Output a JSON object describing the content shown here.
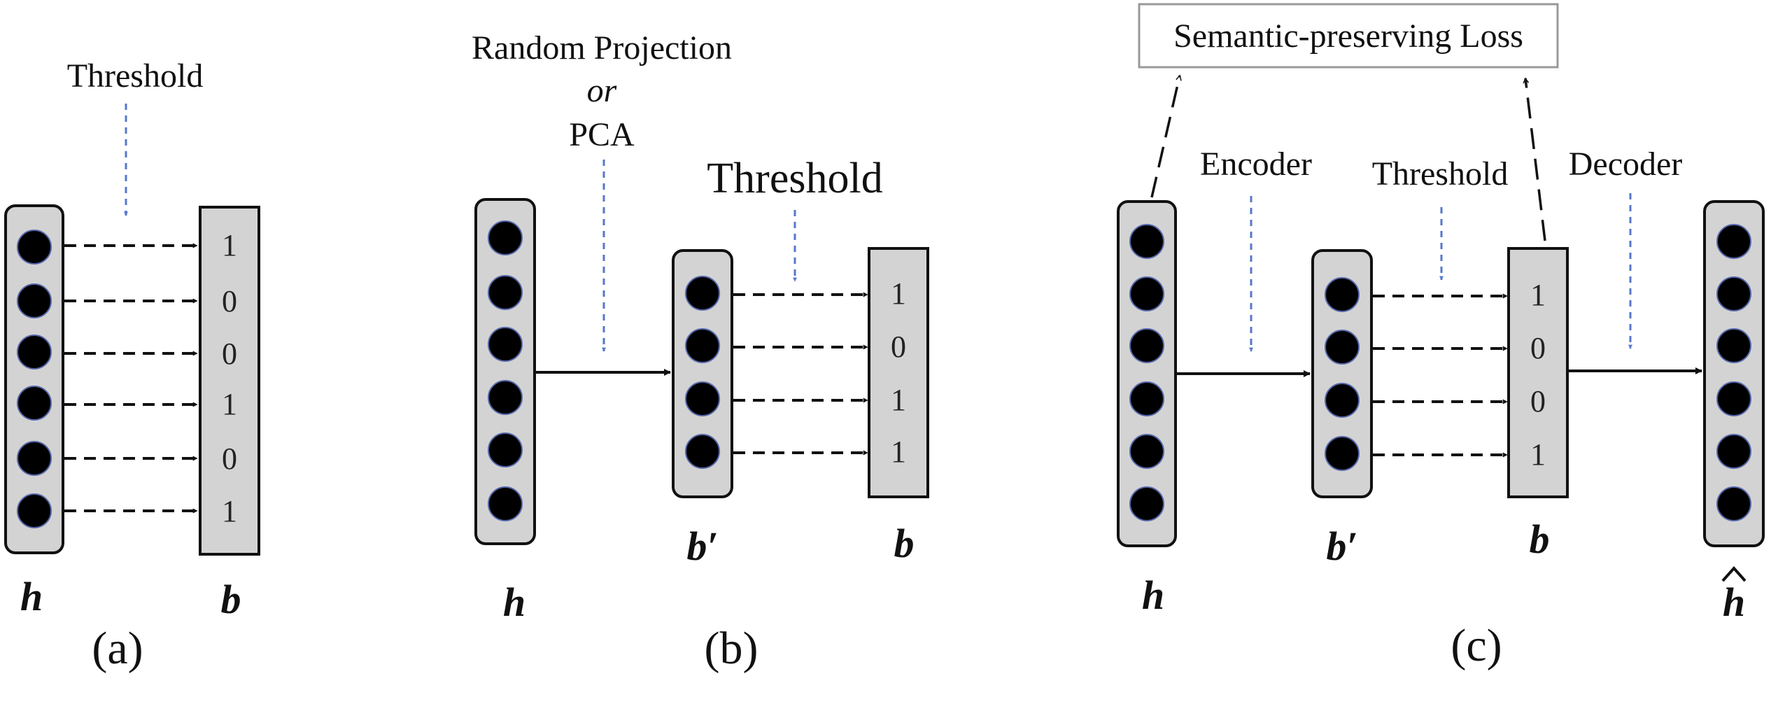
{
  "panel_a": {
    "threshold_label": "Threshold",
    "bits": [
      "1",
      "0",
      "0",
      "1",
      "0",
      "1"
    ],
    "h_label": "h",
    "b_label": "b",
    "caption": "(a)"
  },
  "panel_b": {
    "projection_line1": "Random Projection",
    "projection_line2": "or",
    "projection_line3": "PCA",
    "threshold_label": "Threshold",
    "bits": [
      "1",
      "0",
      "1",
      "1"
    ],
    "h_label": "h",
    "bprime_label": "b′",
    "b_label": "b",
    "caption": "(b)"
  },
  "panel_c": {
    "loss_label": "Semantic-preserving Loss",
    "encoder_label": "Encoder",
    "threshold_label": "Threshold",
    "decoder_label": "Decoder",
    "bits": [
      "1",
      "0",
      "0",
      "1"
    ],
    "h_label": "h",
    "bprime_label": "b′",
    "b_label": "b",
    "hhat_label": "h",
    "caption": "(c)"
  },
  "colors": {
    "column_fill": "#d3d3d3",
    "node_fill": "#000000",
    "annotation_arrow": "#5577cc",
    "loss_box_border": "#999999"
  }
}
